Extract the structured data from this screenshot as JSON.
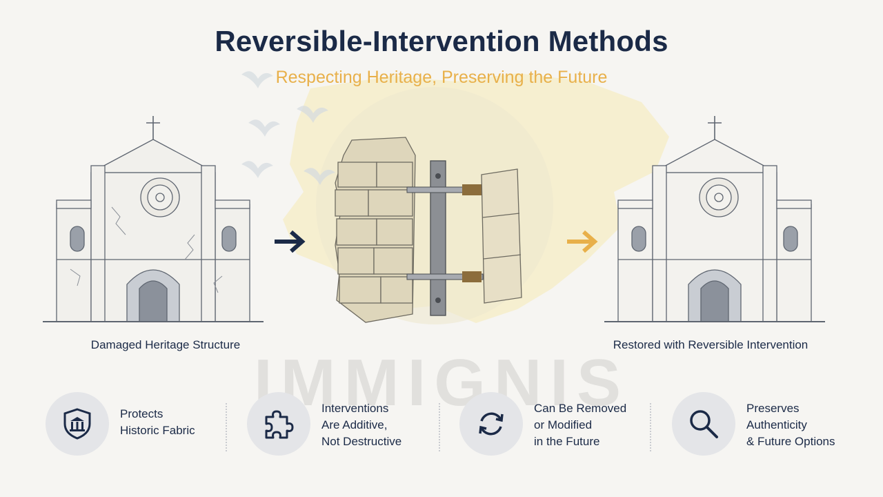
{
  "header": {
    "title": "Reversible-Intervention Methods",
    "subtitle": "Respecting Heritage, Preserving the Future"
  },
  "watermark": "IMMIGNIS",
  "captions": {
    "left": "Damaged Heritage Structure",
    "right": "Restored with Reversible Intervention"
  },
  "features": [
    {
      "icon": "shield-bank-icon",
      "lines": [
        "Protects",
        "Historic Fabric"
      ]
    },
    {
      "icon": "puzzle-piece-icon",
      "lines": [
        "Interventions",
        "Are Additive,",
        "Not Destructive"
      ]
    },
    {
      "icon": "refresh-arrows-icon",
      "lines": [
        "Can Be Removed",
        "or Modified",
        "in the Future"
      ]
    },
    {
      "icon": "magnifier-icon",
      "lines": [
        "Preserves",
        "Authenticity",
        "& Future Options"
      ]
    }
  ],
  "colors": {
    "navy": "#1b2a47",
    "gold": "#e8b04a",
    "icon_bg": "#e4e5e8",
    "map_yellow": "#f5ecc4"
  }
}
